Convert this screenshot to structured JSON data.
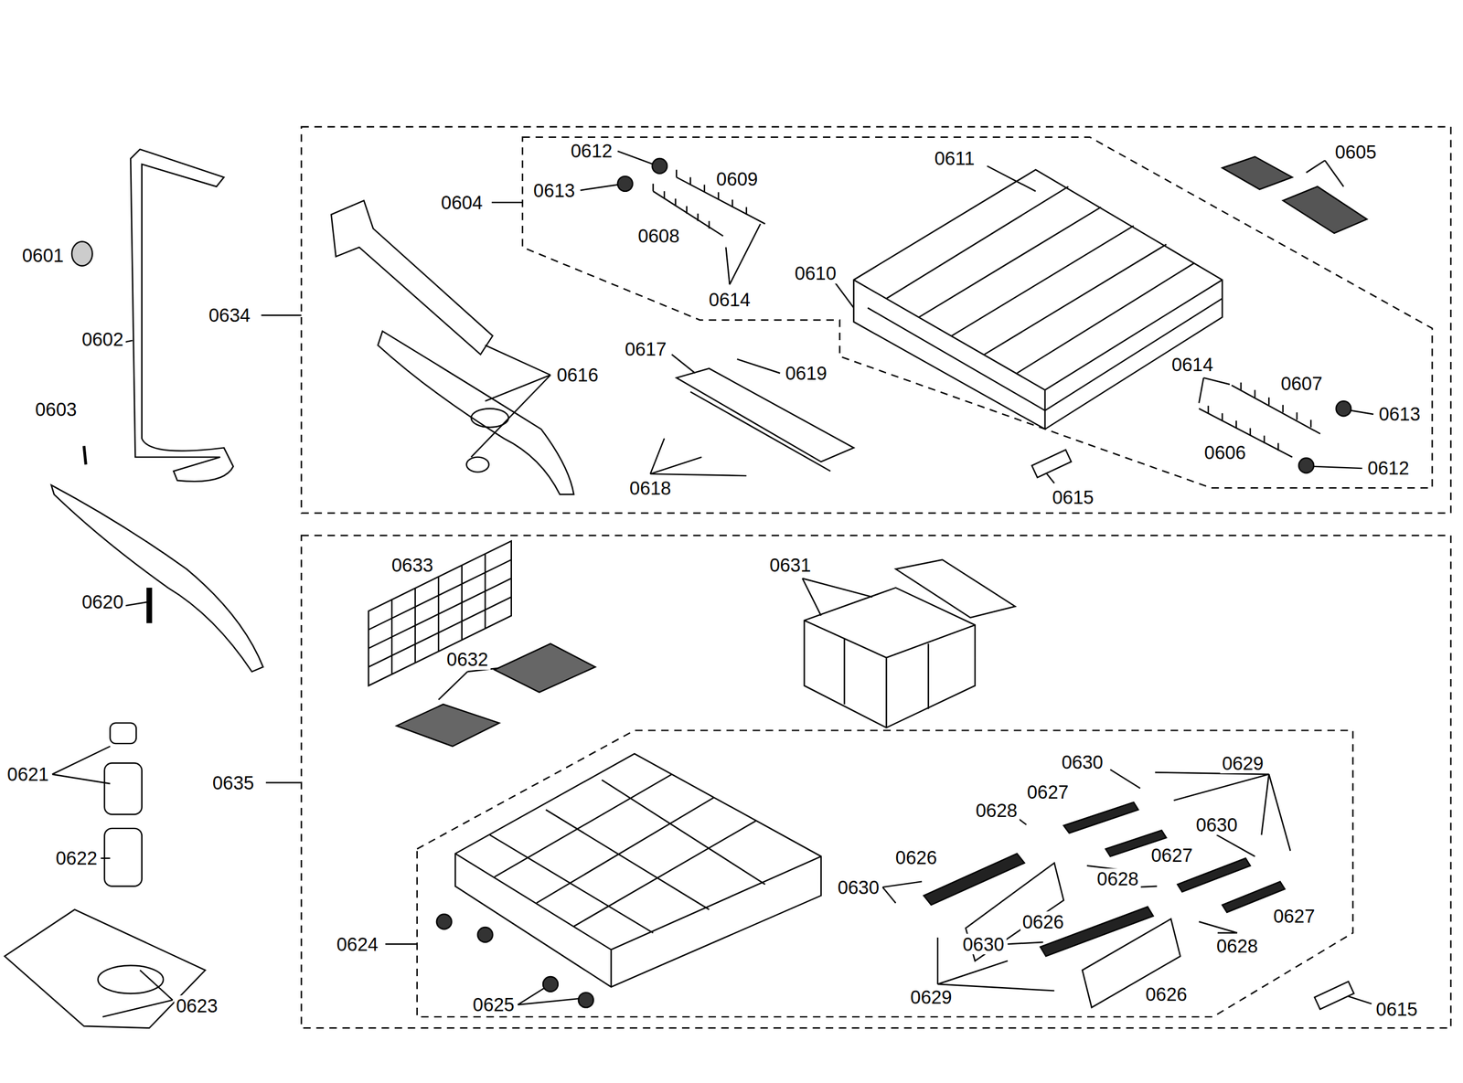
{
  "diagram": {
    "labels": [
      "0612",
      "0605",
      "0611",
      "0609",
      "0613",
      "0604",
      "0608",
      "0601",
      "0610",
      "0614",
      "0634",
      "0602",
      "0617",
      "0619",
      "0616",
      "0614",
      "0607",
      "0613",
      "0603",
      "0606",
      "0612",
      "0618",
      "0615",
      "0633",
      "0631",
      "0620",
      "0632",
      "0630",
      "0629",
      "0621",
      "0635",
      "0627",
      "0628",
      "0630",
      "0626",
      "0622",
      "0627",
      "0628",
      "0630",
      "0627",
      "0626",
      "0624",
      "0628",
      "0630",
      "0623",
      "0629",
      "0626",
      "0625",
      "0615"
    ]
  }
}
